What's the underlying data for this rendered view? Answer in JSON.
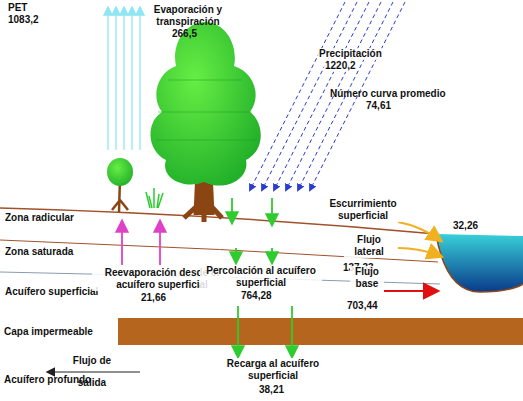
{
  "diagram": {
    "labels": [
      "PET",
      "1083,2",
      "Evaporación y transpiración",
      "266,5",
      "Precipitación",
      "1220,2",
      "Número curva promedio",
      "74,61",
      "Zona radicular",
      "Zona saturada",
      "Acuífero superficial",
      "Capa impermeable",
      "Acuífero profundo",
      "Escurrimiento superficial",
      "32,26",
      "Flujo lateral",
      "137,33",
      "Reevaporación desde el acuífero superficial",
      "21,66",
      "Percolación al acuífero superficial",
      "764,28",
      "Flujo base",
      "703,44",
      "Flujo de salida",
      "Recarga al acuífero superficial",
      "38,21"
    ]
  }
}
